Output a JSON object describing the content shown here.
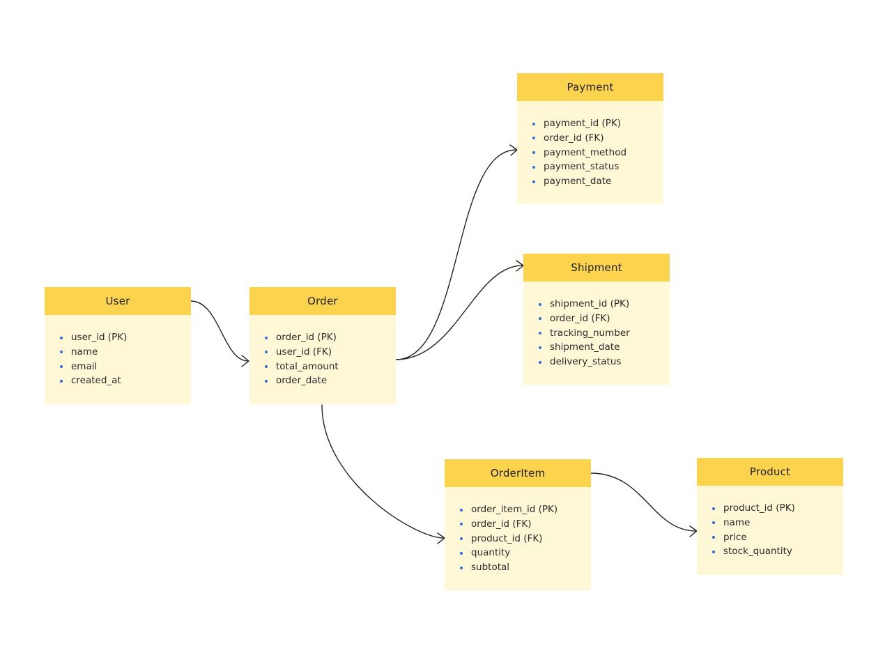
{
  "entities": {
    "payment": {
      "title": "Payment",
      "fields": [
        "payment_id (PK)",
        "order_id (FK)",
        "payment_method",
        "payment_status",
        "payment_date"
      ]
    },
    "shipment": {
      "title": "Shipment",
      "fields": [
        "shipment_id (PK)",
        "order_id (FK)",
        "tracking_number",
        "shipment_date",
        "delivery_status"
      ]
    },
    "user": {
      "title": "User",
      "fields": [
        "user_id (PK)",
        "name",
        "email",
        "created_at"
      ]
    },
    "order": {
      "title": "Order",
      "fields": [
        "order_id (PK)",
        "user_id (FK)",
        "total_amount",
        "order_date"
      ]
    },
    "orderitem": {
      "title": "OrderItem",
      "fields": [
        "order_item_id (PK)",
        "order_id (FK)",
        "product_id (FK)",
        "quantity",
        "subtotal"
      ]
    },
    "product": {
      "title": "Product",
      "fields": [
        "product_id (PK)",
        "name",
        "price",
        "stock_quantity"
      ]
    }
  },
  "colors": {
    "header": "#fcd34d",
    "body": "#fff8d6",
    "bullet": "#2b6fd6",
    "connector": "#222222"
  }
}
